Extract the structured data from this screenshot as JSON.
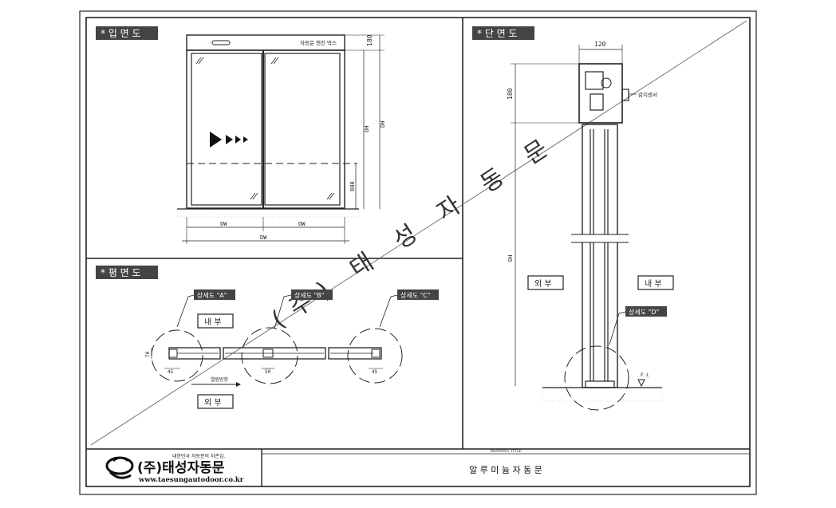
{
  "sheet": {
    "watermark": "(주) 태 성 자 동 문"
  },
  "elevation": {
    "title": "* 입 면 도",
    "motor_box_label": "자동문 엔진 박스",
    "dim_top": "180",
    "dim_dh": "DH",
    "dim_oh": "OH",
    "dim_800": "800",
    "dim_ow_left": "OW",
    "dim_ow_right": "OW",
    "dim_dw": "DW"
  },
  "plan": {
    "title": "* 평 면 도",
    "detail_a": "상세도 \"A\"",
    "detail_b": "상세도 \"B\"",
    "detail_c": "상세도 \"C\"",
    "inside": "내   부",
    "outside": "외   부",
    "open_direction": "열림방향",
    "dim_45a": "45",
    "dim_50": "50",
    "dim_45c": "45",
    "dim_70": "70"
  },
  "section": {
    "title": "* 단 면 도",
    "dim_120": "120",
    "dim_180": "180",
    "dim_dh": "DH",
    "sensor_label": "감지센서",
    "outside": "외   부",
    "inside": "내   부",
    "detail_d": "상세도 \"D\"",
    "fl": "F.L"
  },
  "titleblock": {
    "slogan": "대한민국 자동문의 자존심.",
    "company": "(주)태성자동문",
    "website": "www.taesungautodoor.co.kr",
    "drawing_title_label": "DRAWING TITLE",
    "drawing_title": "알 루 미 늄 자 동 문"
  }
}
